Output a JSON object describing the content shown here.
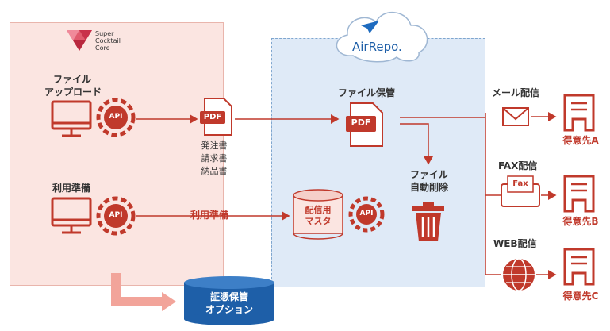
{
  "logo": {
    "line1": "Super",
    "line2": "Cocktail",
    "line3": "Core"
  },
  "cloud": {
    "name": "AirRepo."
  },
  "left_panel": {
    "upload_line1": "ファイル",
    "upload_line2": "アップロード",
    "prep_label": "利用準備"
  },
  "pdf": {
    "icon_text": "PDF",
    "doc1": "発注書",
    "doc2": "請求書",
    "doc3": "納品書"
  },
  "api": {
    "text": "API"
  },
  "flow": {
    "prep_arrow_label": "利用準備"
  },
  "storage": {
    "title": "ファイル保管",
    "master_line1": "配信用",
    "master_line2": "マスタ",
    "delete_line1": "ファイル",
    "delete_line2": "自動削除"
  },
  "delivery": {
    "mail": "メール配信",
    "fax": "FAX配信",
    "fax_icon_text": "Fax",
    "web": "WEB配信",
    "client_a": "得意先A",
    "client_b": "得意先B",
    "client_c": "得意先C"
  },
  "option": {
    "line1": "証憑保管",
    "line2": "オプション"
  },
  "colors": {
    "accent": "#c0392b",
    "left_bg": "#fbe5e1",
    "cloud_bg": "#dfeaf7",
    "option_blue": "#1e5fa8"
  }
}
